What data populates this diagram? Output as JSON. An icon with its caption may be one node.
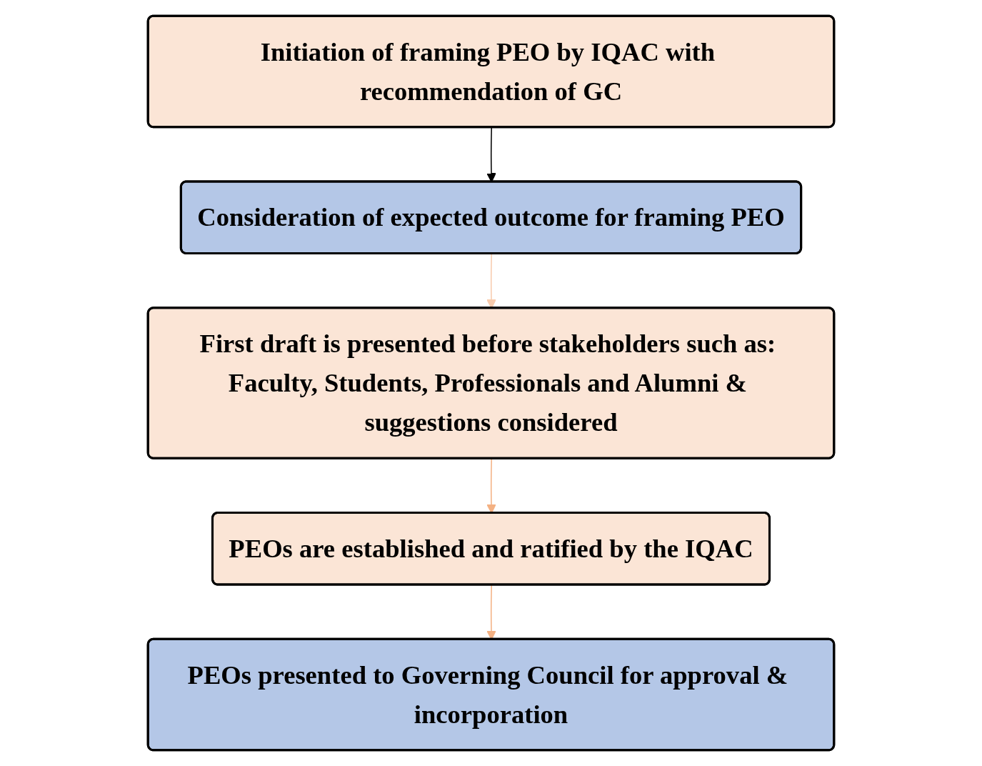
{
  "diagram": {
    "nodes": [
      {
        "text": [
          "Initiation of framing PEO by IQAC with recommendation of GC"
        ]
      },
      {
        "text": [
          "Consideration of expected outcome for framing PEO"
        ]
      },
      {
        "text": [
          "First draft is presented before stakeholders such as: Faculty, Students, Professionals and Alumni & suggestions considered"
        ]
      },
      {
        "text": [
          "PEOs are established and ratified by the IQAC"
        ]
      },
      {
        "text": [
          "PEOs presented to Governing Council for approval & incorporation"
        ]
      }
    ],
    "edges": [
      {
        "from": 0,
        "to": 1,
        "arrow": "to",
        "color": "#000000"
      },
      {
        "from": 1,
        "to": 2,
        "arrow": "to",
        "color": "#f8cbad"
      },
      {
        "from": 2,
        "to": 3,
        "arrow": "to",
        "color": "#f4b183"
      },
      {
        "from": 3,
        "to": 4,
        "arrow": "to",
        "color": "#f4b183"
      }
    ]
  }
}
